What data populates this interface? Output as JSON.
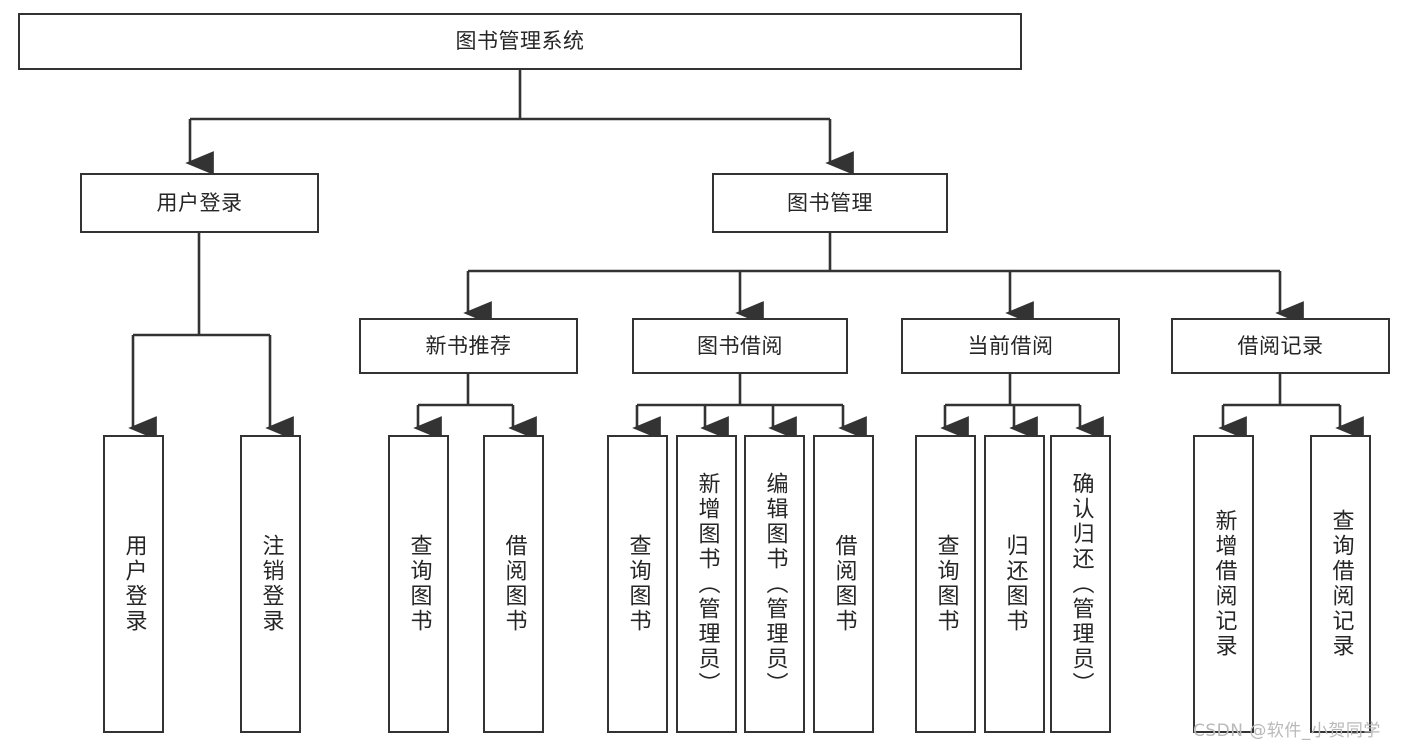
{
  "diagram": {
    "title": "图书管理系统",
    "type": "tree-hierarchy",
    "watermark": "CSDN @软件_小贺同学",
    "colors": {
      "stroke": "#333333",
      "fill": "#ffffff",
      "text": "#262626",
      "watermark": "#b9b9b9"
    },
    "nodes": {
      "root": {
        "label": "图书管理系统"
      },
      "level1": [
        {
          "id": "user-login",
          "label": "用户登录"
        },
        {
          "id": "book-manage",
          "label": "图书管理"
        }
      ],
      "level2": [
        {
          "id": "new-book-recommend",
          "label": "新书推荐"
        },
        {
          "id": "book-borrow",
          "label": "图书借阅"
        },
        {
          "id": "current-borrow",
          "label": "当前借阅"
        },
        {
          "id": "borrow-record",
          "label": "借阅记录"
        }
      ],
      "leaves": {
        "user_login": [
          {
            "id": "leaf-user-login",
            "label": "用户登录"
          },
          {
            "id": "leaf-logout",
            "label": "注销登录"
          }
        ],
        "new_book_recommend": [
          {
            "id": "leaf-query-book-1",
            "label": "查询图书"
          },
          {
            "id": "leaf-borrow-book-1",
            "label": "借阅图书"
          }
        ],
        "book_borrow": [
          {
            "id": "leaf-query-book-2",
            "label": "查询图书"
          },
          {
            "id": "leaf-add-book",
            "label": "新增图书（管理员）"
          },
          {
            "id": "leaf-edit-book",
            "label": "编辑图书（管理员）"
          },
          {
            "id": "leaf-borrow-book-2",
            "label": "借阅图书"
          }
        ],
        "current_borrow": [
          {
            "id": "leaf-query-book-3",
            "label": "查询图书"
          },
          {
            "id": "leaf-return-book",
            "label": "归还图书"
          },
          {
            "id": "leaf-confirm-return",
            "label": "确认归还（管理员）"
          }
        ],
        "borrow_record": [
          {
            "id": "leaf-add-record",
            "label": "新增借阅记录"
          },
          {
            "id": "leaf-query-record",
            "label": "查询借阅记录"
          }
        ]
      }
    }
  }
}
